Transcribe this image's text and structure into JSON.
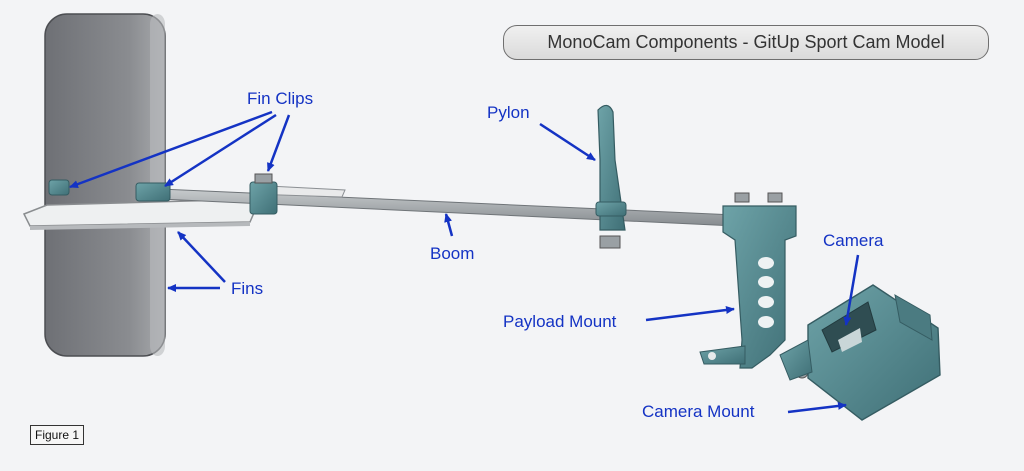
{
  "title": "MonoCam Components - GitUp Sport Cam Model",
  "figure_label": "Figure 1",
  "labels": {
    "fin_clips": "Fin Clips",
    "fins": "Fins",
    "boom": "Boom",
    "pylon": "Pylon",
    "payload_mount": "Payload Mount",
    "camera": "Camera",
    "camera_mount": "Camera Mount"
  },
  "colors": {
    "label_text": "#1433c4",
    "arrow": "#1433c4",
    "fin_gray": "#7d7f83",
    "teal_part": "#5b8e94",
    "boom_gray": "#9ea3a7"
  }
}
